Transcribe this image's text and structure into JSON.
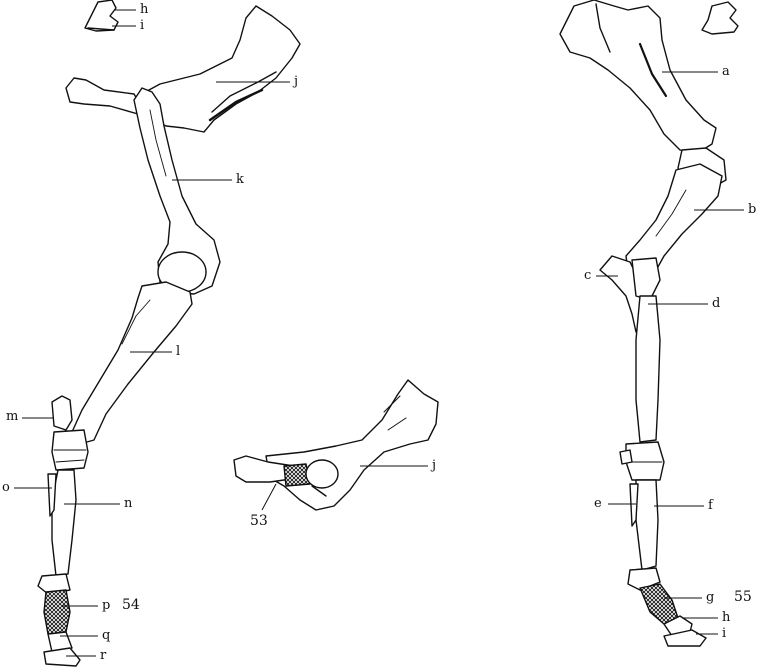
{
  "figure": {
    "numbers": {
      "fig53": "53",
      "fig54": "54",
      "fig55": "55"
    },
    "labels": {
      "a": "a",
      "b": "b",
      "c": "c",
      "d": "d",
      "e": "e",
      "f": "f",
      "g": "g",
      "h": "h",
      "i": "i",
      "j": "j",
      "k": "k",
      "l": "l",
      "m": "m",
      "n": "n",
      "o": "o",
      "p": "p",
      "q": "q",
      "r": "r"
    }
  },
  "colors": {
    "ink": "#111111",
    "bone": "#ffffff",
    "shade": "#333333"
  }
}
